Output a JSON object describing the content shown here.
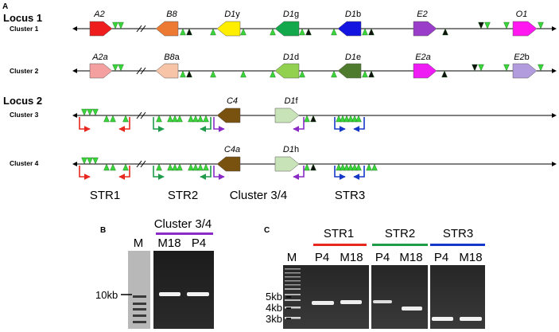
{
  "panels": {
    "a": "A",
    "b": "B",
    "c": "C"
  },
  "colors": {
    "tri_green": "#39D43A",
    "tri_black": "#111111",
    "str1": "#E8281E",
    "str2": "#1F9B4A",
    "cluster34": "#8A2BC8",
    "str3": "#1638C8"
  },
  "panel_a": {
    "locus1": "Locus 1",
    "locus2": "Locus 2",
    "clusters": [
      {
        "label": "Cluster 1",
        "genes": [
          {
            "name": "A2",
            "it": "A2",
            "sub": "",
            "color": "#EE1C1C"
          },
          {
            "name": "B8",
            "it": "B8",
            "sub": "",
            "color": "#ED7A33"
          },
          {
            "name": "D1y",
            "it": "D1",
            "sub": "y",
            "color": "#FFEE00"
          },
          {
            "name": "D1g",
            "it": "D1",
            "sub": "g",
            "color": "#14A84C"
          },
          {
            "name": "D1b",
            "it": "D1",
            "sub": "b",
            "color": "#1414E0"
          },
          {
            "name": "E2",
            "it": "E2",
            "sub": "",
            "color": "#9A3ECA"
          },
          {
            "name": "O1",
            "it": "O1",
            "sub": "",
            "color": "#FF19F0"
          }
        ]
      },
      {
        "label": "Cluster 2",
        "genes": [
          {
            "name": "A2a",
            "it": "A2a",
            "sub": "",
            "color": "#F4A0A0"
          },
          {
            "name": "B8a",
            "it": "B8",
            "sub": "a",
            "color": "#F7C4A7"
          },
          {
            "name": "D1d",
            "it": "D1",
            "sub": "d",
            "color": "#92D050"
          },
          {
            "name": "D1e",
            "it": "D1",
            "sub": "e",
            "color": "#4F7B2E"
          },
          {
            "name": "E2a",
            "it": "E2a",
            "sub": "",
            "color": "#EE1BF4"
          },
          {
            "name": "E2b",
            "it": "E2",
            "sub": "b",
            "color": "#B39CDE"
          }
        ]
      },
      {
        "label": "Cluster 3",
        "genes": [
          {
            "name": "C4",
            "it": "C4",
            "sub": "",
            "color": "#7A5210"
          },
          {
            "name": "D1f",
            "it": "D1",
            "sub": "f",
            "color": "#C9E3B8"
          }
        ]
      },
      {
        "label": "Cluster 4",
        "genes": [
          {
            "name": "C4a",
            "it": "C4a",
            "sub": "",
            "color": "#7A5210"
          },
          {
            "name": "D1h",
            "it": "D1",
            "sub": "h",
            "color": "#C9E3B8"
          }
        ]
      }
    ],
    "region_labels": {
      "str1": "STR1",
      "str2": "STR2",
      "cluster34": "Cluster 3/4",
      "str3": "STR3"
    }
  },
  "panel_b": {
    "title": "Cluster 3/4",
    "lanes": {
      "m": "M",
      "m18": "M18",
      "p4": "P4"
    },
    "marker": "10kb"
  },
  "panel_c": {
    "groups": {
      "str1": "STR1",
      "str2": "STR2",
      "str3": "STR3"
    },
    "lanes": {
      "m": "M",
      "str1_a": "P4",
      "str1_b": "M18",
      "str2_a": "P4",
      "str2_b": "M18",
      "str3_a": "P4",
      "str3_b": "M18"
    },
    "markers": {
      "k5": "5kb",
      "k4": "4kb",
      "k3": "3kb"
    }
  }
}
